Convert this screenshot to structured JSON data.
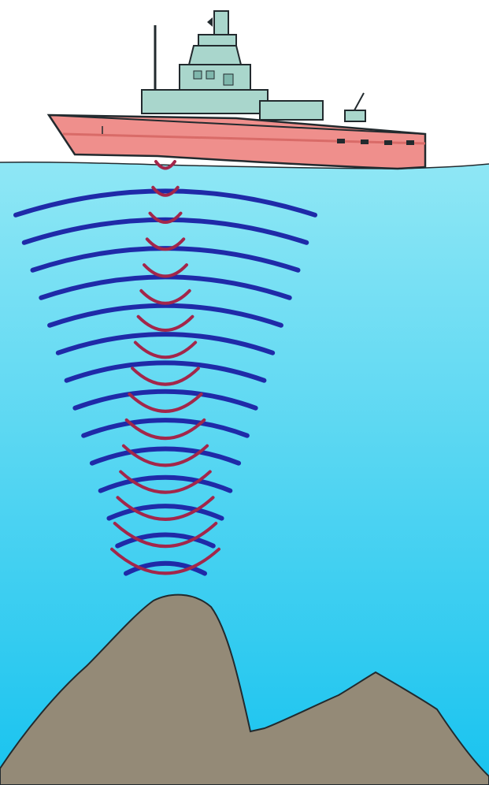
{
  "colors": {
    "sky": "#ffffff",
    "water_top": "#8fe7f5",
    "water_bottom": "#18c3ef",
    "hull": "#ef8f8c",
    "hull_stripe": "#d96b68",
    "superstructure": "#a9d6cc",
    "outline": "#222a2e",
    "seabed": "#948a77",
    "emitted_wave": "#1f2aa8",
    "echo_wave": "#a3264a"
  },
  "scene": {
    "ship": "research-ship",
    "emitted_wave_count": 14,
    "echo_wave_count": 16
  }
}
